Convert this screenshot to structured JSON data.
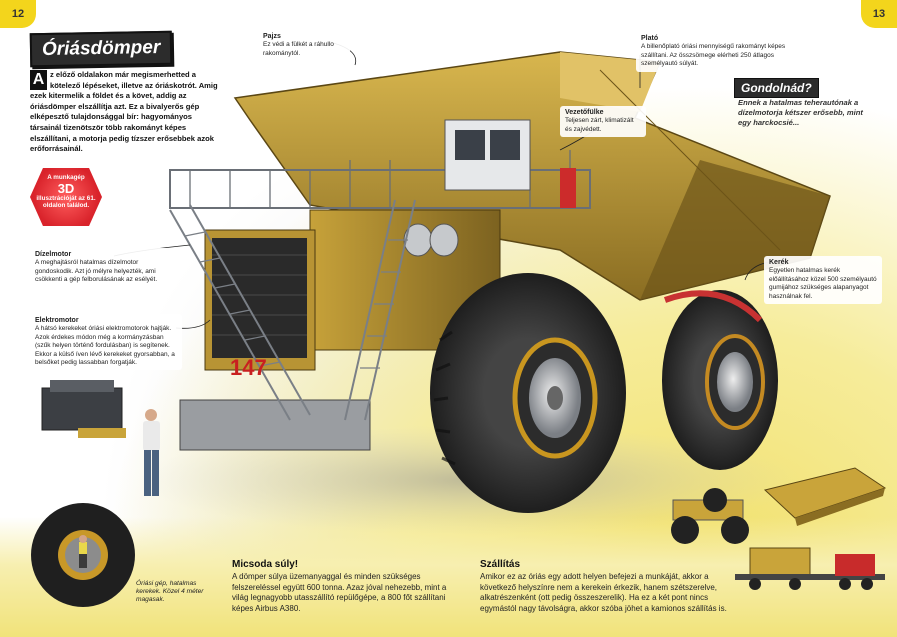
{
  "page_numbers": {
    "left": "12",
    "right": "13"
  },
  "title": "Óriásdömper",
  "intro": {
    "dropcap": "A",
    "text": "z előző oldalakon már megismerhetted a kötelező lépéseket, illetve az óriáskotrót. Amig ezek kitermelik a földet és a követ, addig az óriásdömper elszállítja azt. Ez a bivalyerős gép elképesztő tulajdonsággal bír: hagyományos társainál tizenötször több rakományt képes elszállítani, a motorja pedig tízszer erősebbek azok erőforrásainál."
  },
  "badge": {
    "line1": "A munkagép",
    "number": "3D",
    "line2": "illusztrációját az 61. oldalon találod."
  },
  "labels": {
    "pajzs": {
      "title": "Pajzs",
      "text": "Ez védi a fülkét a ráhullo rakománytól."
    },
    "plato": {
      "title": "Plató",
      "text": "A billenőplató óriási mennyiségű rakományt képes szállítani. Az összsömege elérheti 250 átlagos személyautó súlyát."
    },
    "vezetofulke": {
      "title": "Vezetőfülke",
      "text": "Teljesen zárt, klimatizált és zajvédett."
    },
    "dizelmotor": {
      "title": "Dízelmotor",
      "text": "A meghajtásról hatalmas dízelmotor gondoskodik. Azt jó mélyre helyezték, ami csökkenti a gép felborulásának az esélyét."
    },
    "elektromotor": {
      "title": "Elektromotor",
      "text": "A hátsó kerekeket óriási elektromotorok hajtják. Azok érdekes módon még a kormányzásban (szűk helyen történő fordulásban) is segítenek. Ekkor a külső íven lévő kerekeket gyorsabban, a belsőket pedig lassabban forgatják."
    },
    "kerek": {
      "title": "Kerék",
      "text": "Egyetlen hatalmas kerék előállításához közel 500 személyautó gumijához szükséges alapanyagot használnak fel."
    }
  },
  "gondolnad": {
    "title": "Gondolnád?",
    "text": "Ennek a hatalmas teherautónak a dízelmotorja kétszer erősebb, mint egy harckocsié..."
  },
  "tire_caption": "Óriási gép, hatalmas kerekek. Közel 4 méter magasak.",
  "truck_number": "147",
  "suly": {
    "title": "Micsoda súly!",
    "text": "A dömper súlya üzemanyaggal és minden szükséges felszereléssel együtt 600 tonna. Azaz jóval nehezebb, mint a világ legnagyobb utasszállító repülőgépe, a 800 főt szállítani képes Airbus A380."
  },
  "szallitas": {
    "title": "Szállítás",
    "text": "Amikor ez az óriás egy adott helyen befejezi a munkáját, akkor a következő helyszínre nem a kerekein érkezik, hanem szétszerelve, alkatrészenként (ott pedig összeszerelik). Ha ez a két pont nincs egymástól nagy távolságra, akkor szóba jöhet a kamionos szállítás is."
  },
  "colors": {
    "accent": "#f3d51c",
    "truck": "#c9a43a",
    "badge": "#d9232b"
  }
}
